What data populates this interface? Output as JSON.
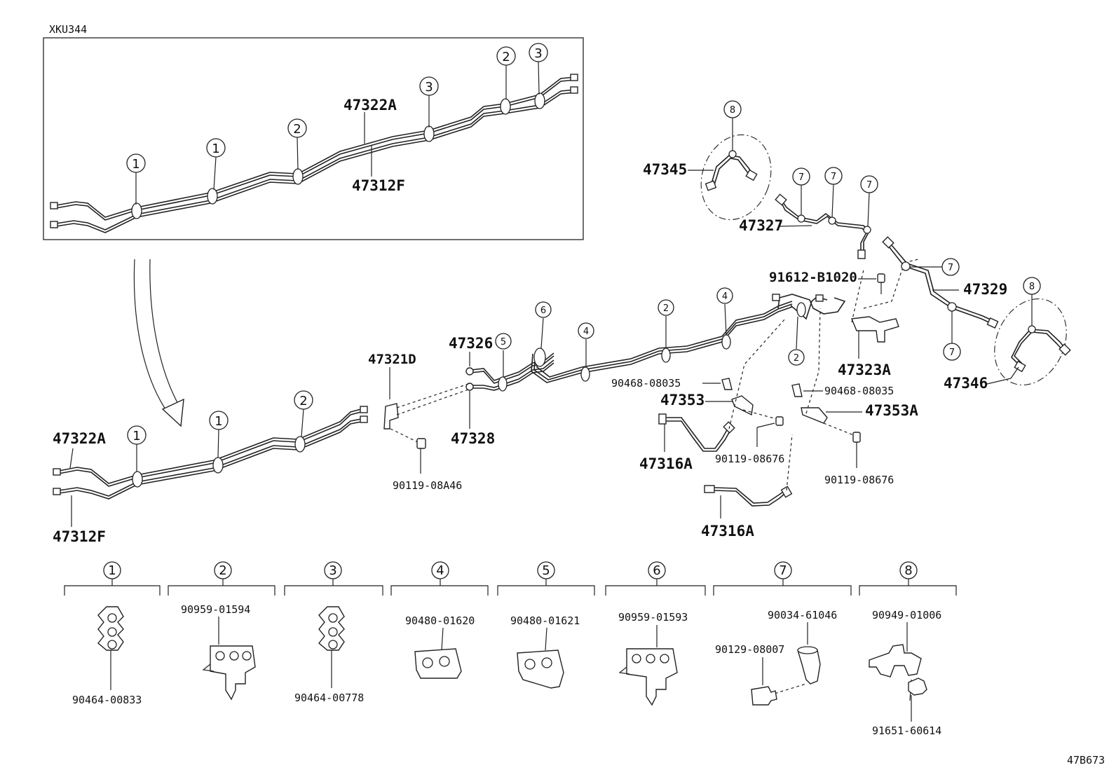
{
  "model_code": "XKU344",
  "figure_id": "47B673",
  "inset": {
    "upper_pipe": "47322A",
    "lower_pipe": "47312F",
    "callouts": [
      "1",
      "1",
      "2",
      "3",
      "2",
      "3"
    ]
  },
  "main": {
    "left_upper_pipe": "47322A",
    "left_lower_pipe": "47312F",
    "union": "47321D",
    "bolt_union": "90119-08A46",
    "pipe_upper_front": "47326",
    "pipe_lower_front": "47328",
    "hose_front": "47316A",
    "hose_rear": "47316A",
    "bracket_left": "47353",
    "bracket_right": "47353A",
    "bolt_left": "90119-08676",
    "bolt_right": "90119-08676",
    "clip_left": "90468-08035",
    "clip_right": "90468-08035",
    "bracket_top": "47323A",
    "screw_top": "91612-B1020",
    "tube_345": "47345",
    "tube_327": "47327",
    "tube_329": "47329",
    "tube_346": "47346",
    "callouts": [
      "1",
      "1",
      "2",
      "5",
      "6",
      "4",
      "2",
      "4",
      "2",
      "7",
      "7",
      "7",
      "7",
      "7",
      "8",
      "8"
    ]
  },
  "legend": [
    {
      "num": "1",
      "parts": [
        "90464-00833"
      ]
    },
    {
      "num": "2",
      "parts": [
        "90959-01594"
      ]
    },
    {
      "num": "3",
      "parts": [
        "90464-00778"
      ]
    },
    {
      "num": "4",
      "parts": [
        "90480-01620"
      ]
    },
    {
      "num": "5",
      "parts": [
        "90480-01621"
      ]
    },
    {
      "num": "6",
      "parts": [
        "90959-01593"
      ]
    },
    {
      "num": "7",
      "parts": [
        "90034-61046",
        "90129-08007"
      ]
    },
    {
      "num": "8",
      "parts": [
        "90949-01006",
        "91651-60614"
      ]
    }
  ]
}
